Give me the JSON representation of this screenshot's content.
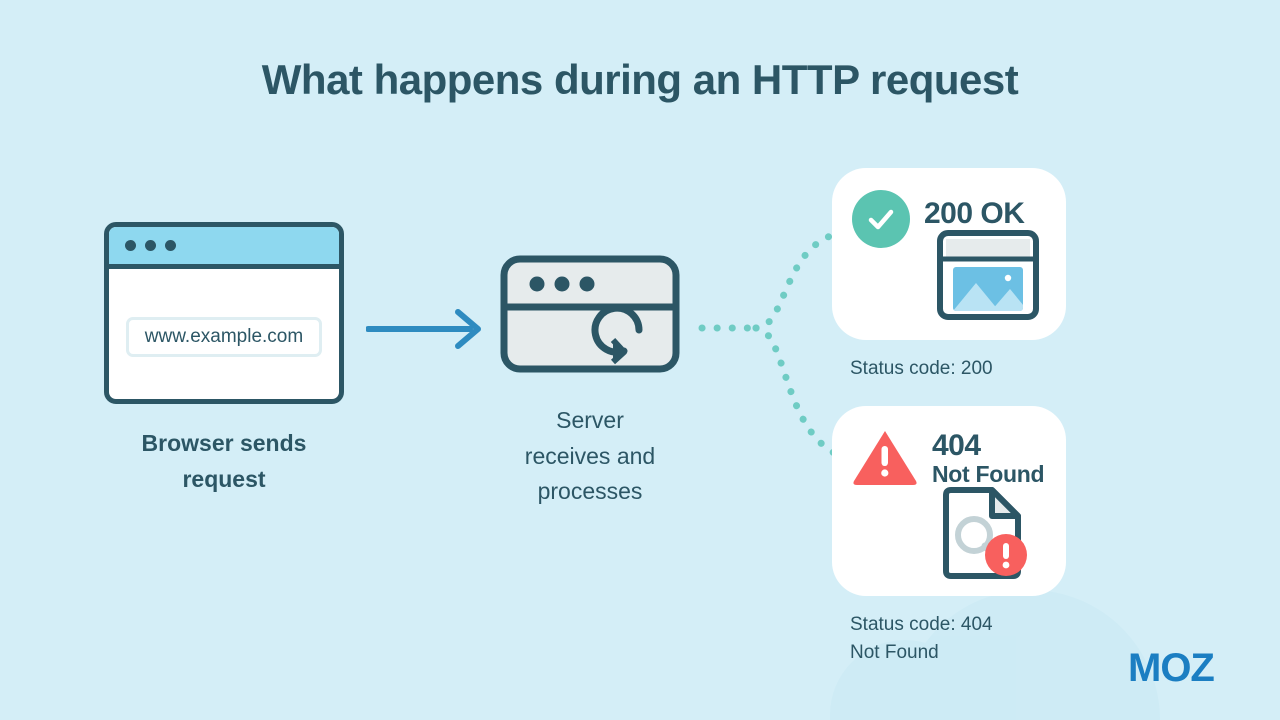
{
  "page": {
    "title": "What happens during an HTTP request",
    "background_color": "#d4eef7",
    "ink_color": "#2c5665"
  },
  "browser_stage": {
    "url_value": "www.example.com",
    "url_placeholder": "www.example.com",
    "caption": "Browser sends\nrequest",
    "titlebar_color": "#8ed8ef",
    "dot_count": 3
  },
  "arrow": {
    "name": "request-arrow",
    "color": "#2e8bc0",
    "direction": "right"
  },
  "server_stage": {
    "caption": "Server\nreceives and\nprocesses",
    "dot_count": 3,
    "body_color": "#e6ebec"
  },
  "branch": {
    "name": "dotted-branch-connector",
    "color": "#6fccc4",
    "style": "dotted",
    "branches": 2
  },
  "responses": [
    {
      "id": "success",
      "icon": "check-circle-icon",
      "icon_color": "#5bc4b1",
      "code": "200",
      "code_label": "200 OK",
      "sub_label": "",
      "preview": "image-placeholder-icon",
      "status_caption": "Status code: 200"
    },
    {
      "id": "not-found",
      "icon": "warning-triangle-icon",
      "icon_color": "#f8605e",
      "code": "404",
      "code_label": "404",
      "sub_label": "Not Found",
      "preview": "document-search-error-icon",
      "status_caption": "Status code: 404\nNot Found"
    }
  ],
  "branding": {
    "logo_text": "MOZ",
    "logo_color": "#1b7ec2"
  }
}
